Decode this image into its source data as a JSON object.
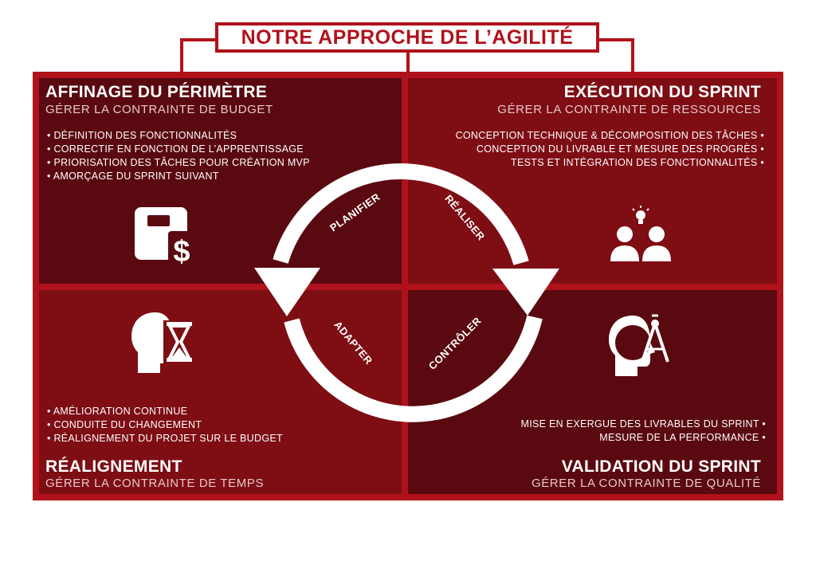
{
  "title": "NOTRE APPROCHE DE L’AGILITÉ",
  "quadrants": {
    "top_left": {
      "heading": "AFFINAGE DU PÉRIMÈTRE",
      "subheading": "GÉRER LA CONTRAINTE DE BUDGET",
      "items": [
        "DÉFINITION DES FONCTIONNALITÉS",
        "CORRECTIF EN FONCTION DE L’APPRENTISSAGE",
        "PRIORISATION DES TÂCHES POUR CRÉATION MVP",
        "AMORÇAGE DU SPRINT SUIVANT"
      ],
      "icon": "budget-box-dollar-icon"
    },
    "top_right": {
      "heading": "EXÉCUTION DU SPRINT",
      "subheading": "GÉRER LA CONTRAINTE DE RESSOURCES",
      "items": [
        "CONCEPTION TECHNIQUE & DÉCOMPOSITION DES TÂCHES",
        "CONCEPTION DU LIVRABLE ET MESURE DES PROGRÈS",
        "TESTS ET INTÉGRATION DES FONCTIONNALITÉS"
      ],
      "icon": "team-idea-icon"
    },
    "bottom_left": {
      "heading": "RÉALIGNEMENT",
      "subheading": "GÉRER LA CONTRAINTE DE TEMPS",
      "items": [
        "AMÉLIORATION CONTINUE",
        "CONDUITE DU CHANGEMENT",
        "RÉALIGNEMENT DU PROJET SUR LE BUDGET"
      ],
      "icon": "head-hourglass-icon"
    },
    "bottom_right": {
      "heading": "VALIDATION DU SPRINT",
      "subheading": "GÉRER LA CONTRAINTE DE QUALITÉ",
      "items": [
        "MISE EN EXERGUE DES LIVRABLES DU SPRINT",
        "MESURE DE LA PERFORMANCE"
      ],
      "icon": "head-compass-icon"
    }
  },
  "cycle": {
    "planifier": "PLANIFIER",
    "realiser": "RÉALISER",
    "controler": "CONTRÔLER",
    "adapter": "ADAPTER"
  },
  "colors": {
    "frame": "#b0121b",
    "dark_quadrant": "#5a0910",
    "medium_quadrant": "#7e0d14",
    "text": "#ffffff"
  }
}
